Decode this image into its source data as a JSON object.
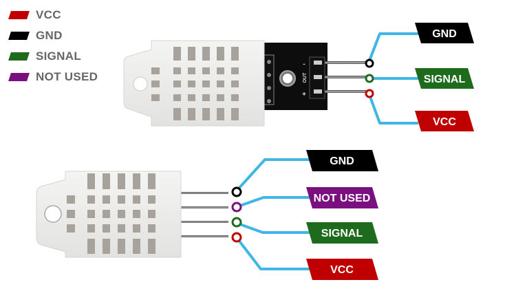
{
  "legend": [
    {
      "label": "VCC",
      "color": "#c00000"
    },
    {
      "label": "GND",
      "color": "#000000"
    },
    {
      "label": "SIGNAL",
      "color": "#1e6b1e"
    },
    {
      "label": "NOT USED",
      "color": "#7a0f80"
    }
  ],
  "module_3pin": {
    "board_pin_marks": [
      "-",
      "OUT",
      "+"
    ],
    "pins": [
      {
        "label": "GND",
        "color": "#000000"
      },
      {
        "label": "SIGNAL",
        "color": "#1e6b1e"
      },
      {
        "label": "VCC",
        "color": "#c00000"
      }
    ]
  },
  "sensor_4pin": {
    "pins": [
      {
        "label": "GND",
        "color": "#000000"
      },
      {
        "label": "NOT USED",
        "color": "#7a0f80"
      },
      {
        "label": "SIGNAL",
        "color": "#1e6b1e"
      },
      {
        "label": "VCC",
        "color": "#c00000"
      }
    ]
  },
  "wire_color": "#3fb6e6"
}
